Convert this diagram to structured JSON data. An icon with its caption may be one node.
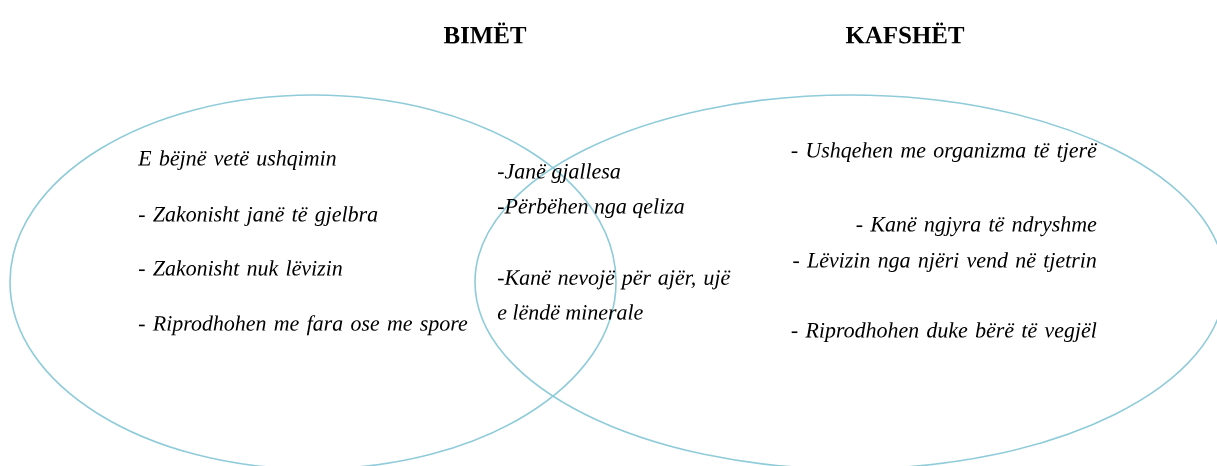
{
  "diagram": {
    "nodes": [
      {
        "text": [
          "BIMËT",
          "E bëjnë vetë ushqimin",
          "- Zakonisht janë të gjelbra",
          "- Zakonisht nuk lëvizin",
          "- Riprodhohen me fara ose me spore"
        ]
      },
      {
        "text": [
          "KAFSHËT",
          "- Ushqehen me organizma të tjerë",
          "- Kanë ngjyra të ndryshme",
          "- Lëvizin nga njëri vend në tjetrin",
          "- Riprodhohen duke bërë të vegjël"
        ]
      }
    ],
    "labels": [
      "-Janë gjallesa",
      "-Përbëhen nga qeliza",
      "-Kanë nevojë për ajër, ujë e lëndë minerale"
    ]
  }
}
